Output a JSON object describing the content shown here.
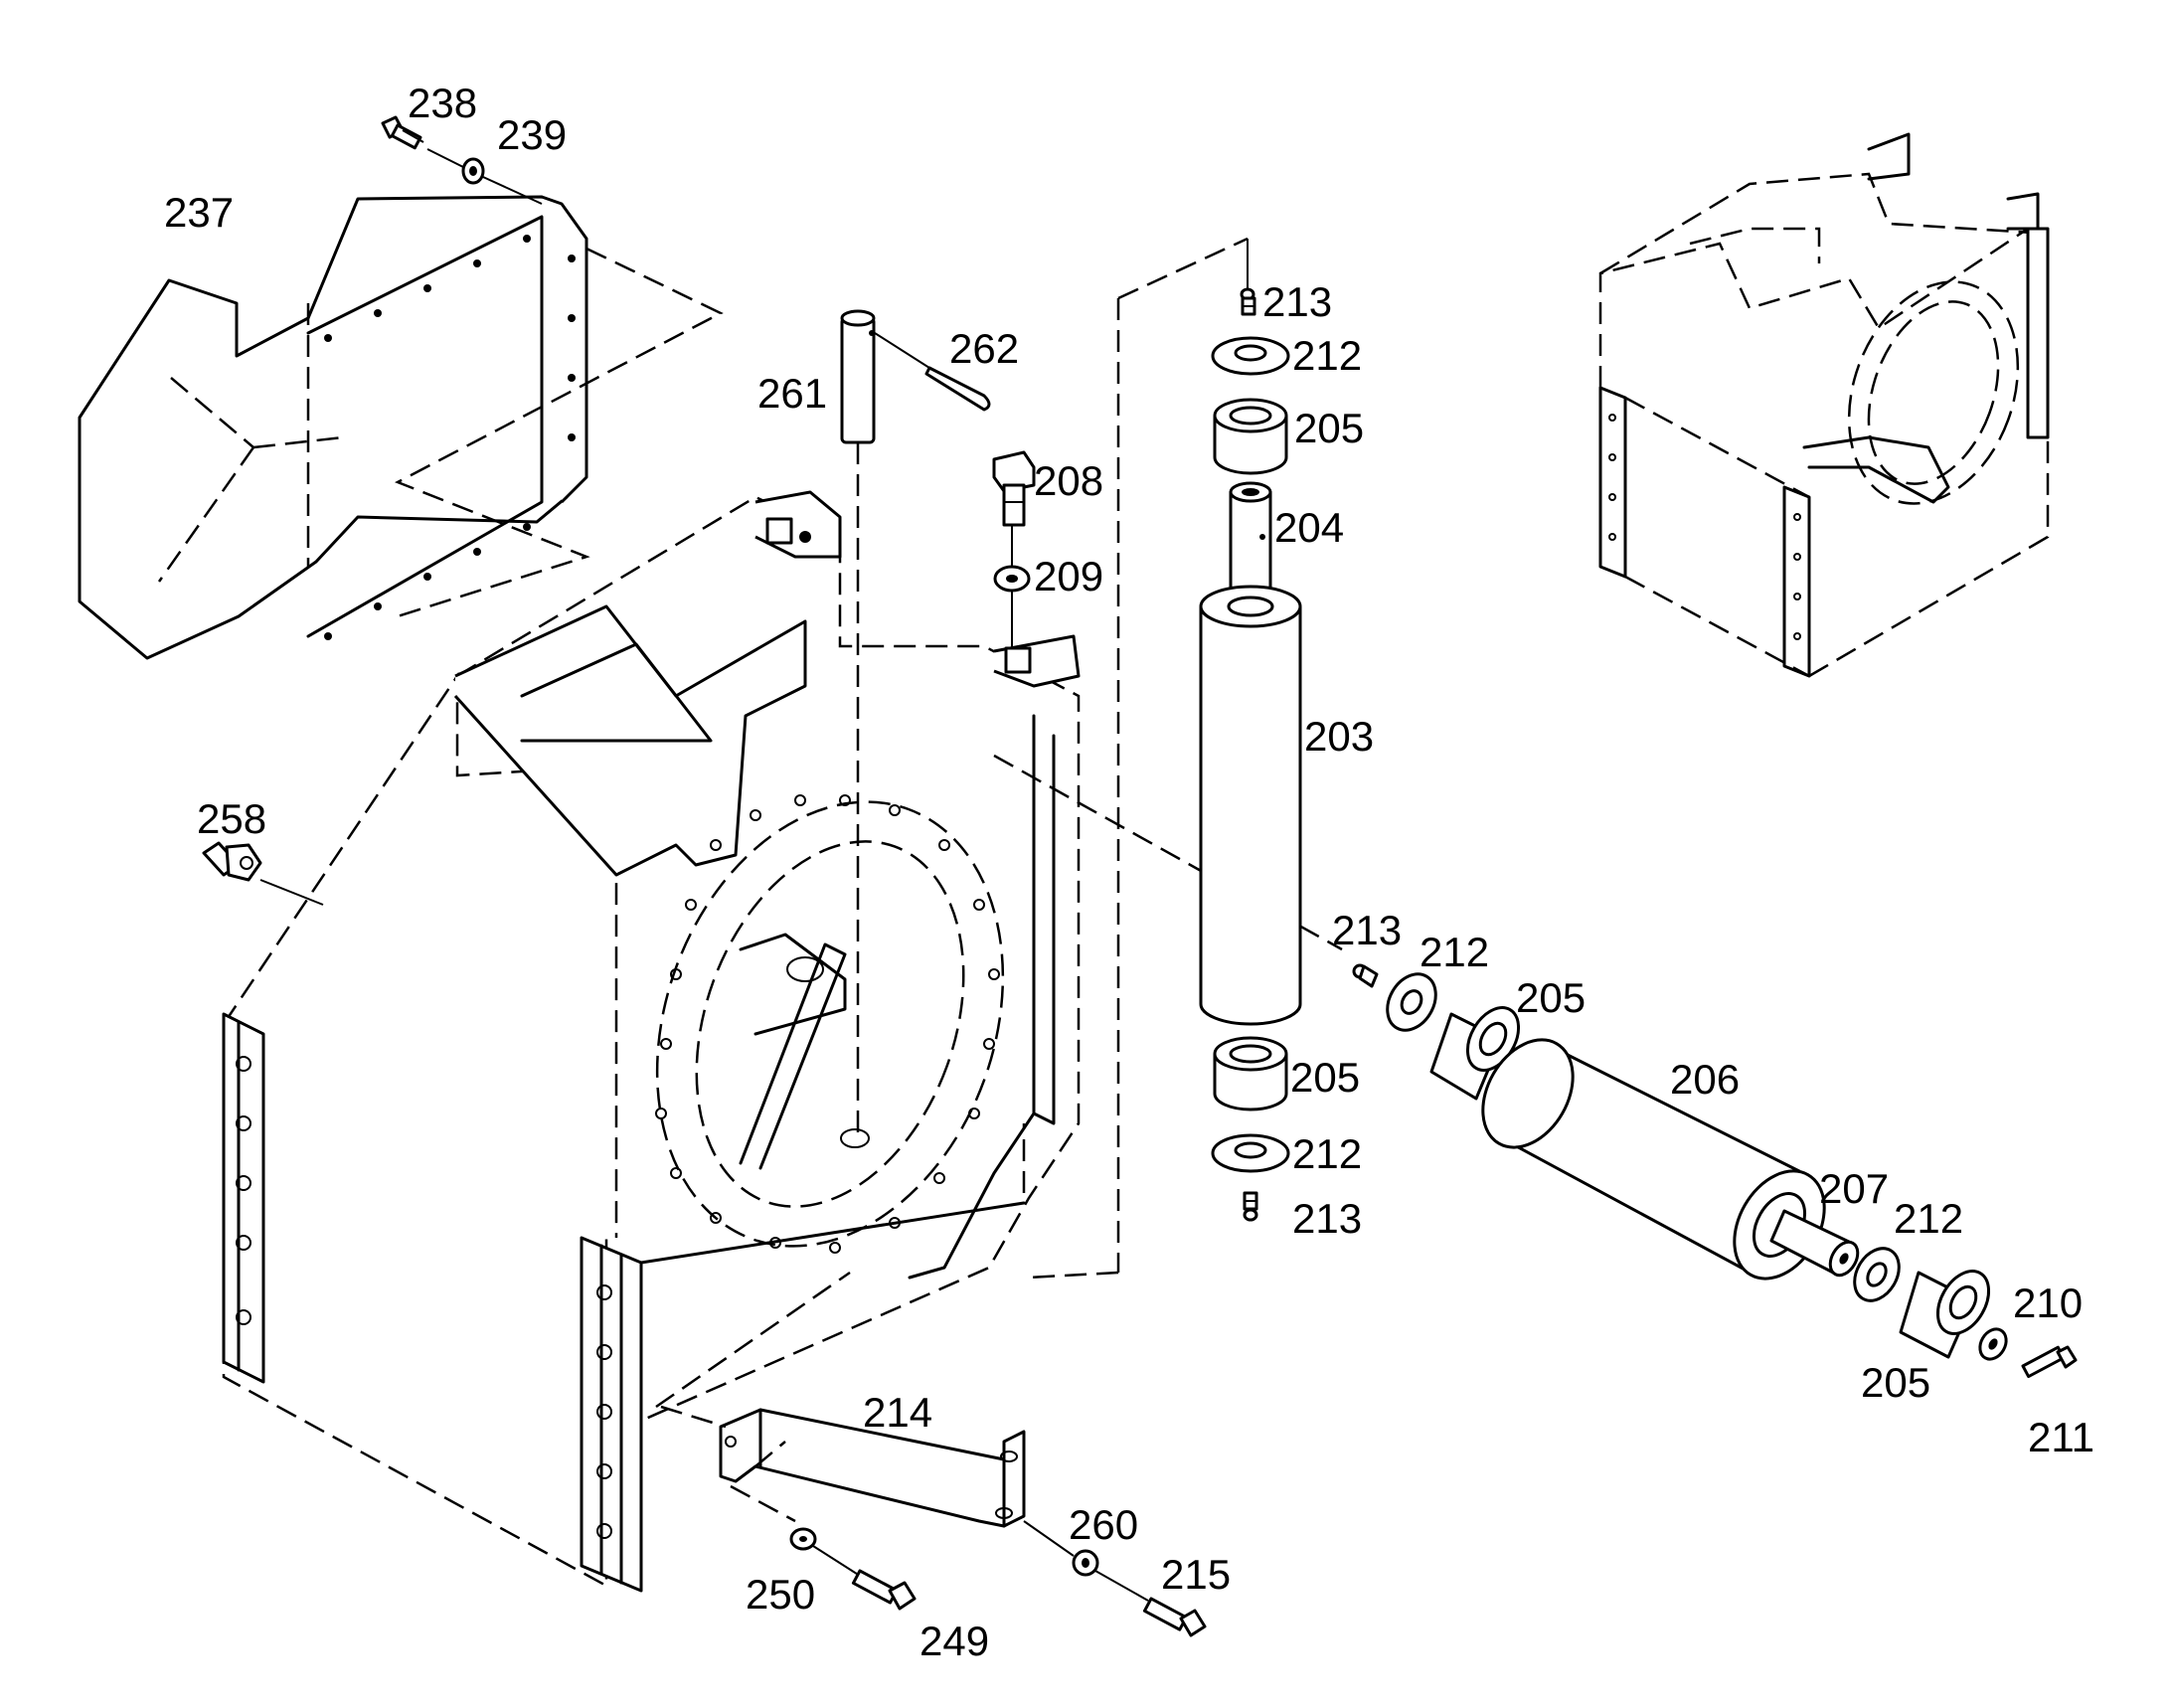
{
  "part_labels": {
    "p203": "203",
    "p204": "204",
    "p205": "205",
    "p206": "206",
    "p207": "207",
    "p208": "208",
    "p209": "209",
    "p210": "210",
    "p211": "211",
    "p212": "212",
    "p213": "213",
    "p214": "214",
    "p215": "215",
    "p237": "237",
    "p238": "238",
    "p239": "239",
    "p249": "249",
    "p250": "250",
    "p258": "258",
    "p260": "260",
    "p261": "261",
    "p262": "262"
  }
}
